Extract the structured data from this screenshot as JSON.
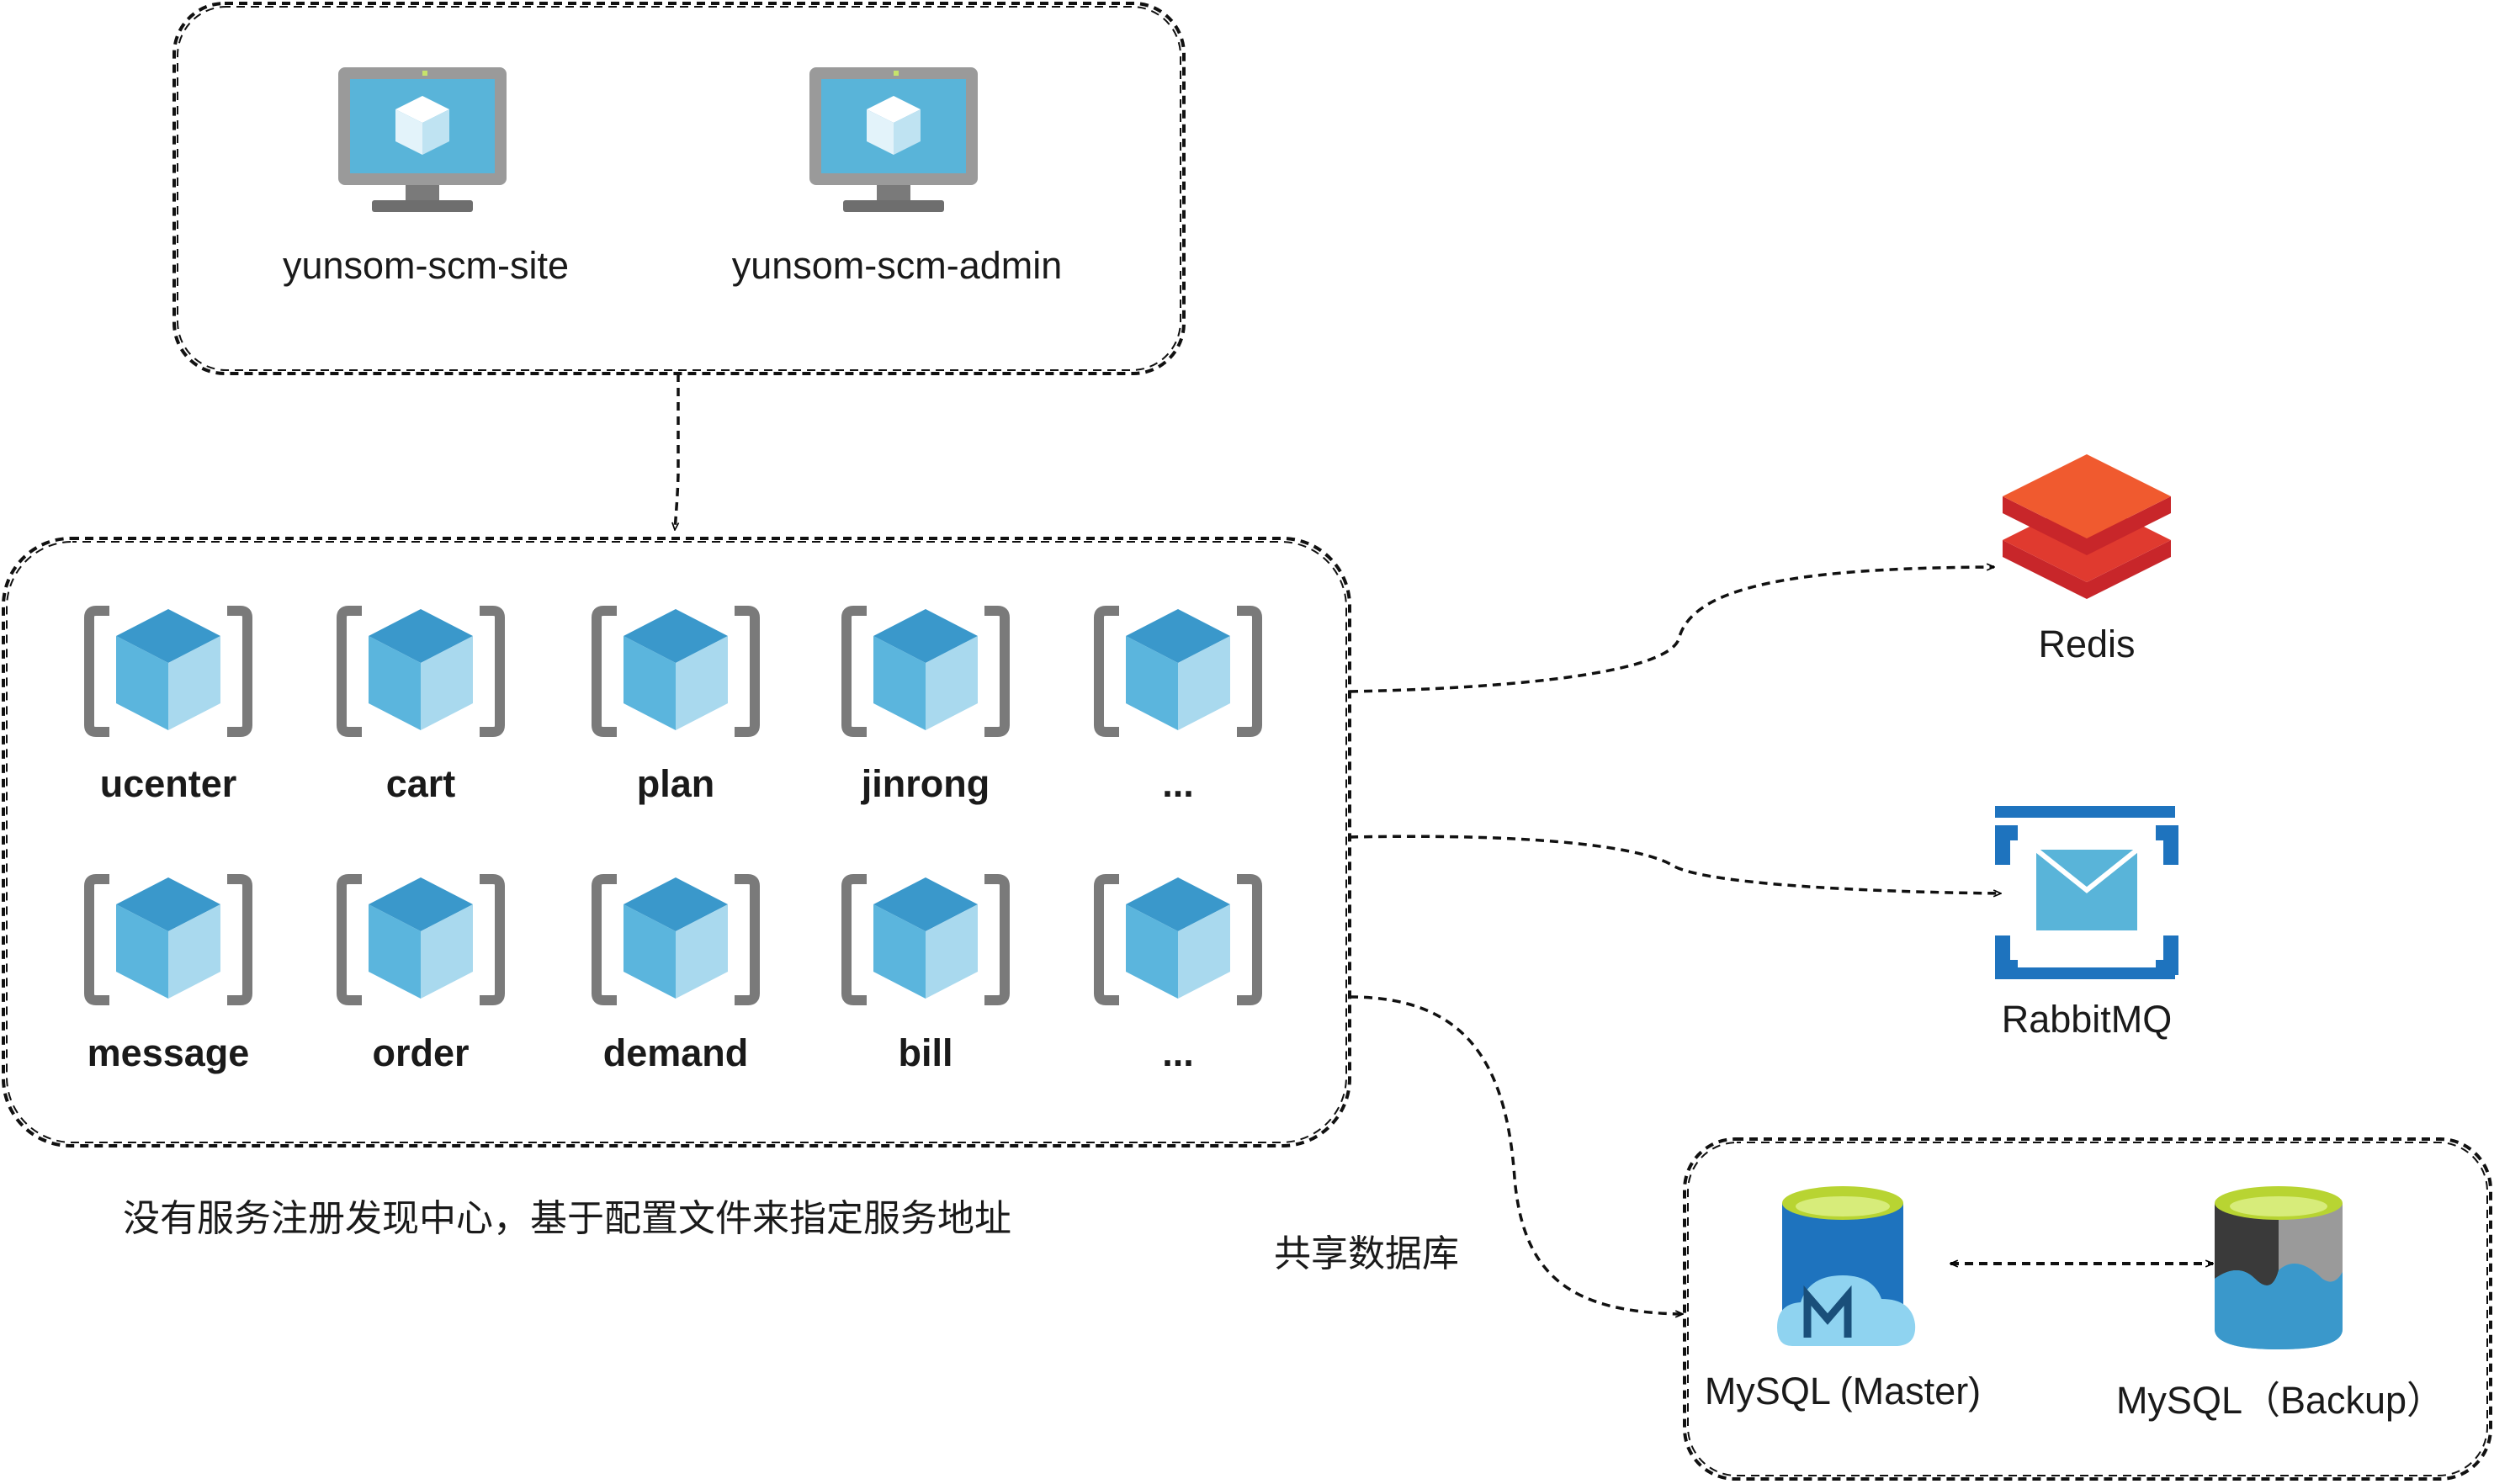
{
  "frontend": {
    "apps": [
      {
        "label": "yunsom-scm-site",
        "icon": "monitor-cube-icon"
      },
      {
        "label": "yunsom-scm-admin",
        "icon": "monitor-cube-icon"
      }
    ]
  },
  "services": {
    "row1": [
      "ucenter",
      "cart",
      "plan",
      "jinrong",
      "..."
    ],
    "row2": [
      "message",
      "order",
      "demand",
      "bill",
      "..."
    ],
    "icon": "container-cube-icon",
    "note": "没有服务注册发现中心，基于配置文件来指定服务地址"
  },
  "infrastructure": {
    "redis": {
      "label": "Redis",
      "icon": "redis-icon",
      "color": "#e03a2f"
    },
    "rabbitmq": {
      "label": "RabbitMQ",
      "icon": "message-queue-icon",
      "color": "#1e73be"
    },
    "shared_db_label": "共享数据库",
    "mysql_master": {
      "label": "MySQL (Master)",
      "icon": "mysql-cloud-db-icon"
    },
    "mysql_backup": {
      "label": "MySQL（Backup）",
      "icon": "database-backup-icon"
    }
  },
  "colors": {
    "cube_top": "#3a98cb",
    "cube_left": "#5bb5dd",
    "cube_right": "#a9d9ee",
    "bracket": "#7a7a7a",
    "db_lime": "#b8d432"
  }
}
